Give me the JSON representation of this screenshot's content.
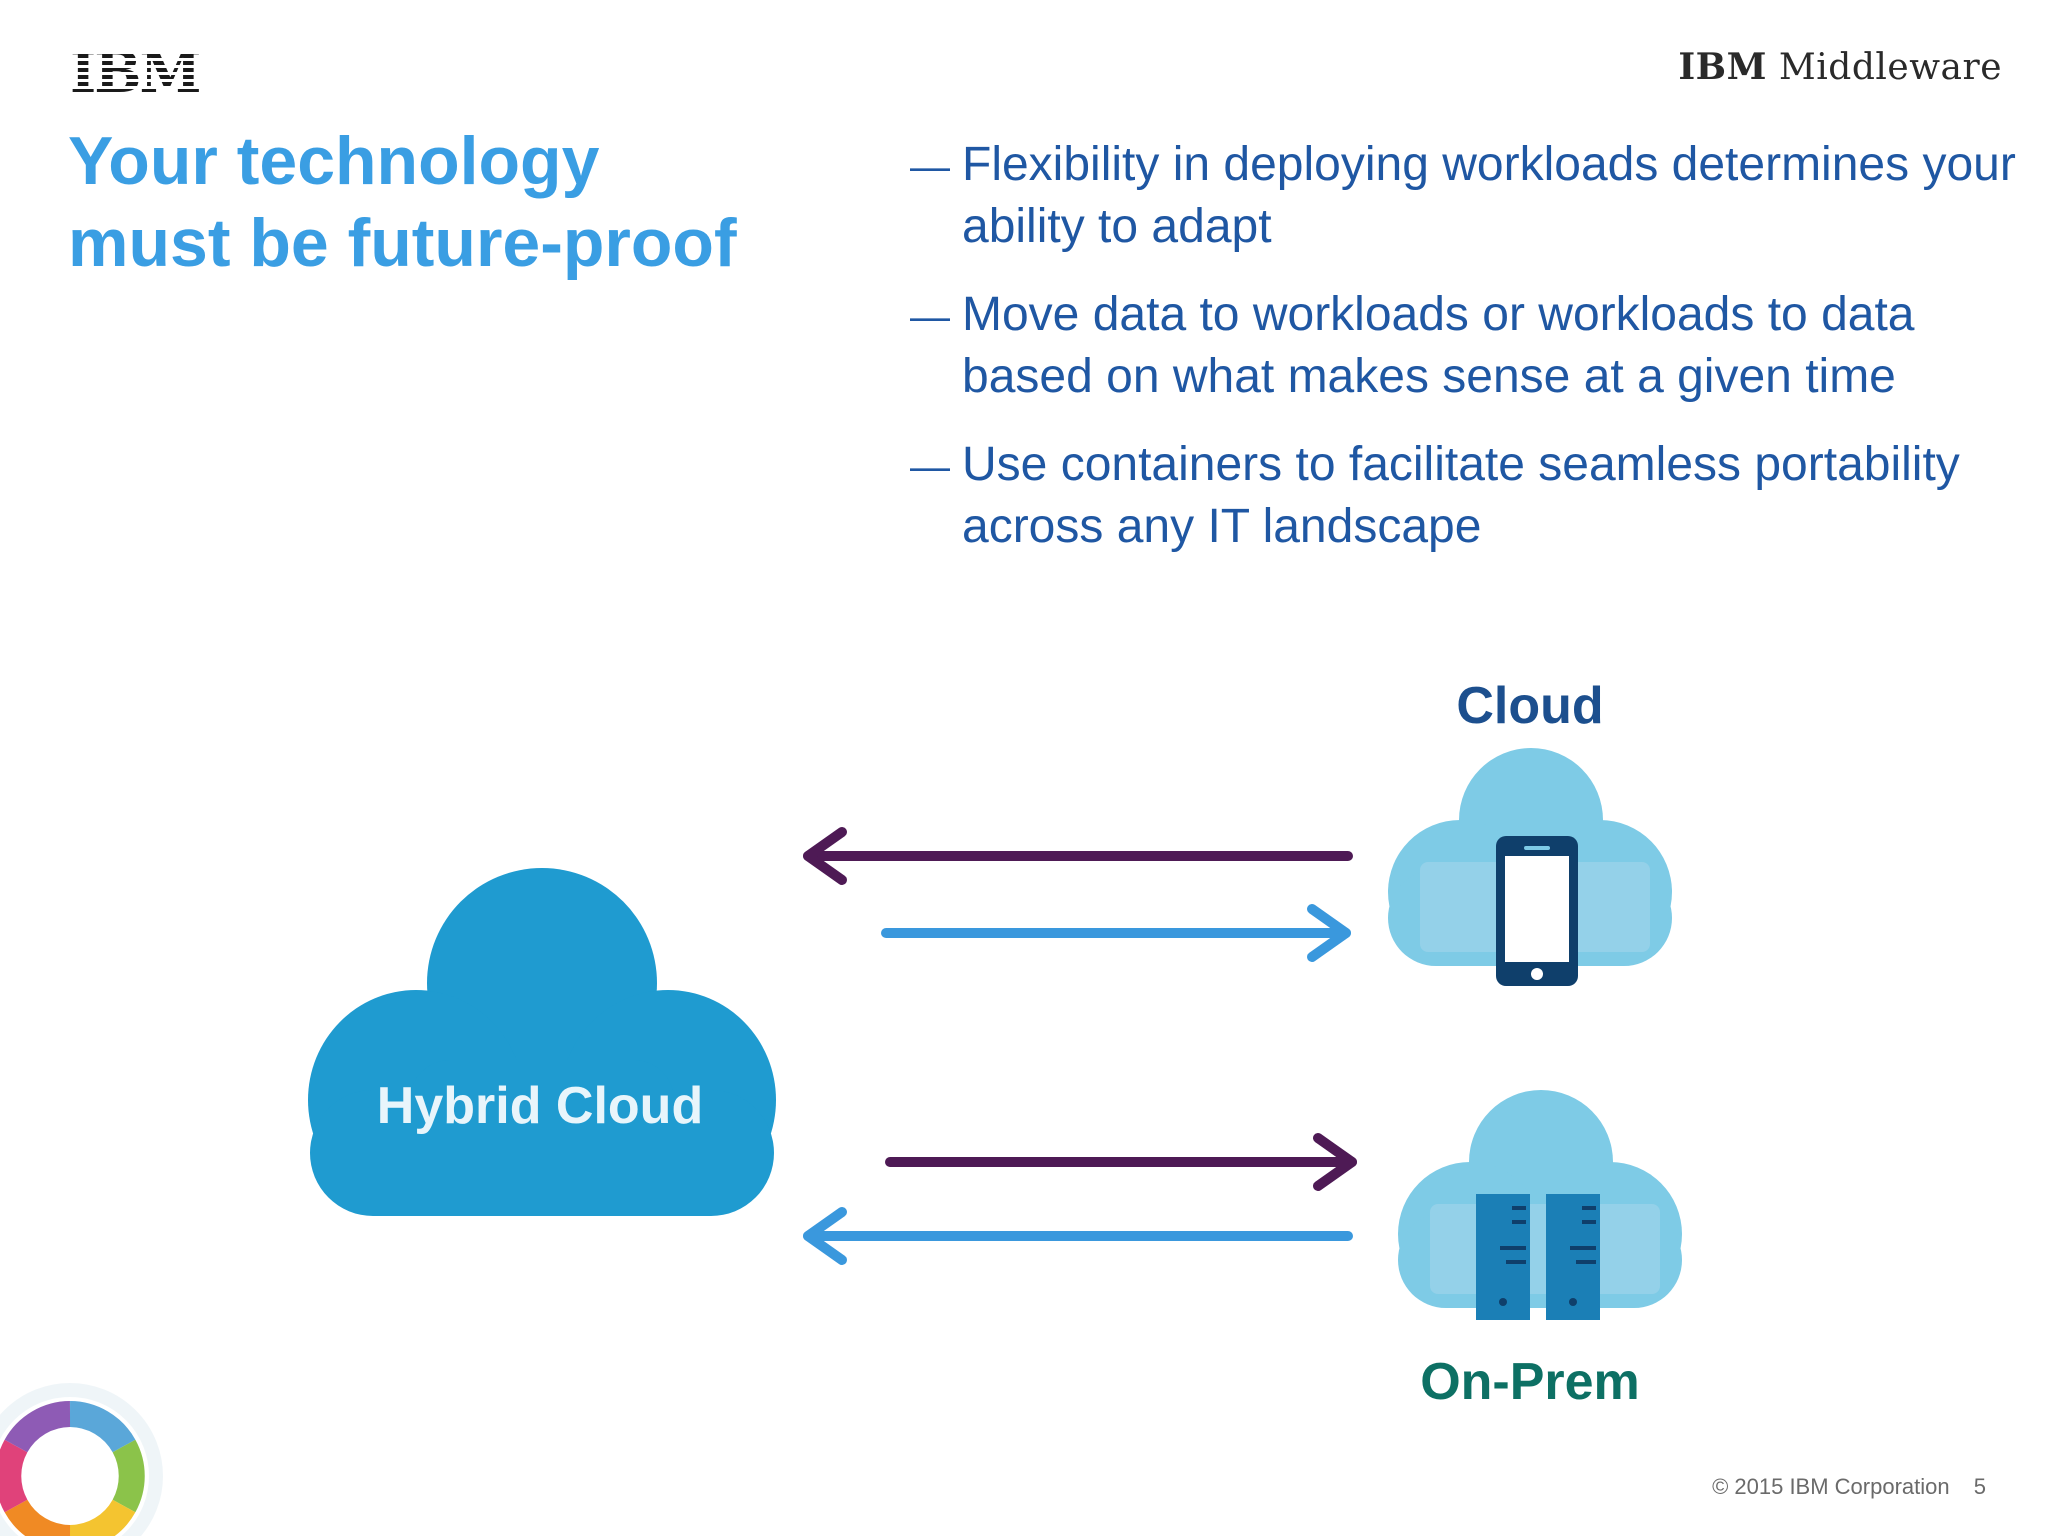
{
  "header": {
    "logo_text": "IBM",
    "product_bold": "IBM",
    "product_rest": "Middleware"
  },
  "title": {
    "line1": "Your technology",
    "line2": "must be future-proof"
  },
  "bullets": [
    {
      "marker": "—",
      "text": "Flexibility in deploying workloads determines your ability to adapt"
    },
    {
      "marker": "—",
      "text": "Move data to workloads or workloads to data based on what makes sense at a given time"
    },
    {
      "marker": "—",
      "text": "Use containers to facilitate seamless portability across any IT landscape"
    }
  ],
  "diagram": {
    "hub_label": "Hybrid Cloud",
    "cloud_label": "Cloud",
    "onprem_label": "On-Prem",
    "icons": [
      "hybrid-cloud-icon",
      "cloud-icon",
      "mobile-phone-icon",
      "on-prem-cloud-icon",
      "server-rack-icon"
    ],
    "colors": {
      "hub_cloud": "#1f9bd0",
      "target_cloud": "#7ecbe6",
      "arrow_dark": "#4e1a55",
      "arrow_light": "#3a98dd"
    }
  },
  "footer": {
    "copyright": "© 2015 IBM Corporation",
    "page_number": "5"
  }
}
